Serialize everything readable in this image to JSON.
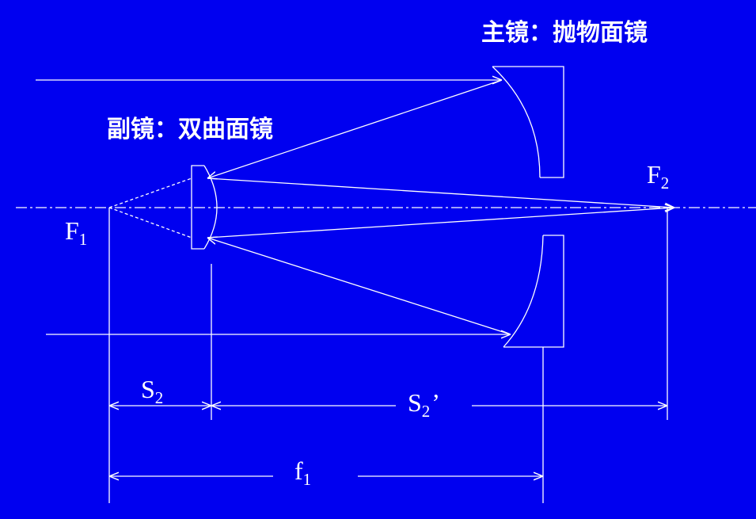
{
  "labels": {
    "primary_mirror": "主镜：抛物面镜",
    "secondary_mirror": "副镜：双曲面镜",
    "f2_main": "F",
    "f2_sub": "2",
    "f1_main": "F",
    "f1_sub": "1",
    "s2_main": "S",
    "s2_sub": "2",
    "s2p_main": "S",
    "s2p_sub": "2",
    "s2p_prime": "’",
    "focal_main": "f",
    "focal_sub": "1"
  },
  "colors": {
    "background": "#0000f0",
    "lines": "#ffffff"
  }
}
